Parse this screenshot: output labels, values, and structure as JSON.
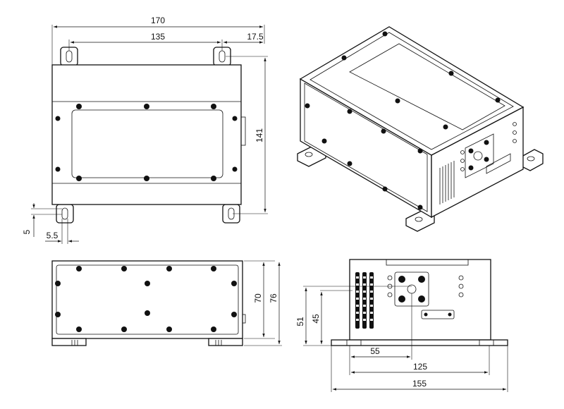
{
  "dimensions": {
    "top_width": "170",
    "hole_spacing": "135",
    "hole_offset": "17.5",
    "top_depth": "141",
    "slot_height": "5",
    "slot_width": "5.5",
    "body_height": "70",
    "total_height": "76",
    "front_height": "51",
    "connector_height": "45",
    "connector_offset": "55",
    "front_hole_spacing": "125",
    "front_width": "155"
  },
  "colors": {
    "line": "#111111",
    "background": "#ffffff"
  }
}
